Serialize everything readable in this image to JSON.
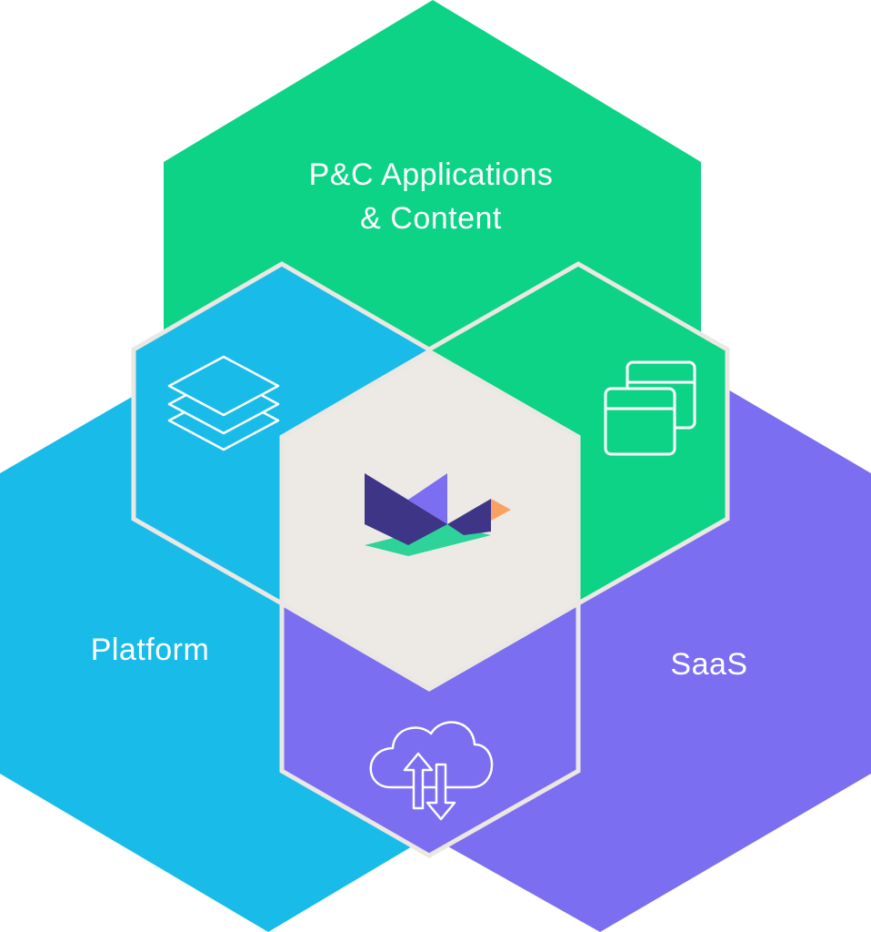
{
  "colors": {
    "green": "#0CD386",
    "blue": "#19BCE9",
    "purple": "#7B6EF1",
    "center": "#EDE9E4",
    "outline": "#EBE7E2",
    "logo_dark": "#3F3587",
    "logo_purple": "#7B6EF1",
    "logo_green": "#2ED39A",
    "logo_orange": "#F8A162"
  },
  "segments": {
    "top": {
      "label_line1": "P&C Applications",
      "label_line2": "& Content",
      "icon": "window-stack-icon"
    },
    "left": {
      "label": "Platform",
      "icon": "layers-icon"
    },
    "right": {
      "label": "SaaS",
      "icon": "cloud-sync-icon"
    }
  },
  "center": {
    "icon": "brand-logo"
  }
}
